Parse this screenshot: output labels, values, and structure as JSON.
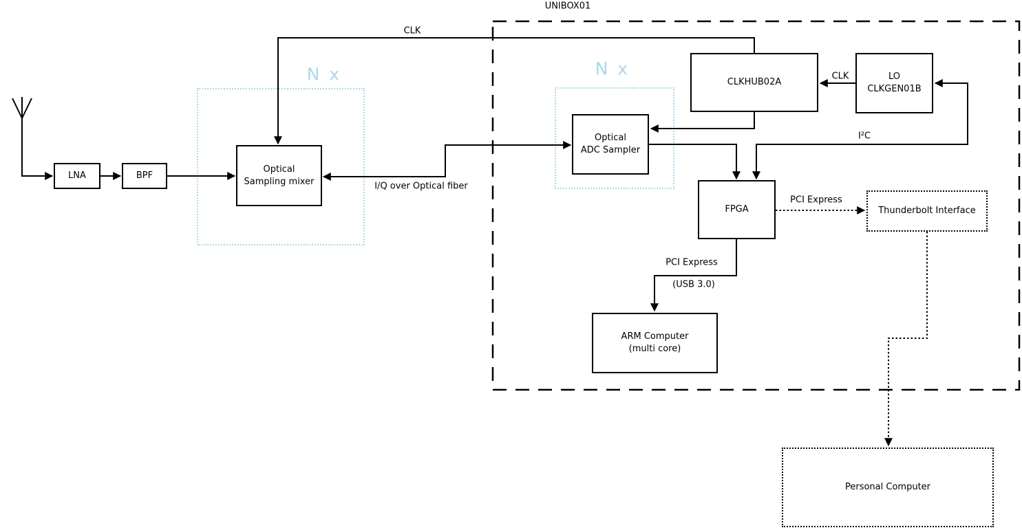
{
  "colors": {
    "line": "#000000",
    "accent_blue": "#aed7eb",
    "background": "#ffffff"
  },
  "outer_box": {
    "label": "UNIBOX01"
  },
  "groups": {
    "mixer_multiplier": "N x",
    "adc_multiplier": "N x"
  },
  "nodes": {
    "lna": {
      "label": "LNA"
    },
    "bpf": {
      "label": "BPF"
    },
    "sampling_mixer": {
      "label": "Optical\nSampling mixer"
    },
    "adc_sampler": {
      "label": "Optical\nADC Sampler"
    },
    "clkhub": {
      "label": "CLKHUB02A"
    },
    "lo_clkgen": {
      "label": "LO\nCLKGEN01B"
    },
    "fpga": {
      "label": "FPGA"
    },
    "arm_computer": {
      "label": "ARM Computer\n(multi core)"
    },
    "thunderbolt": {
      "label": "Thunderbolt Interface"
    },
    "personal_computer": {
      "label": "Personal Computer"
    }
  },
  "edges": {
    "clk_main": "CLK",
    "clk_lo_to_hub": "CLK",
    "i2c": "I²C",
    "iq_fiber": "I/Q over Optical fiber",
    "pci_express_thunderbolt": "PCI Express",
    "pci_express_arm": "PCI Express",
    "usb": "(USB 3.0)"
  }
}
